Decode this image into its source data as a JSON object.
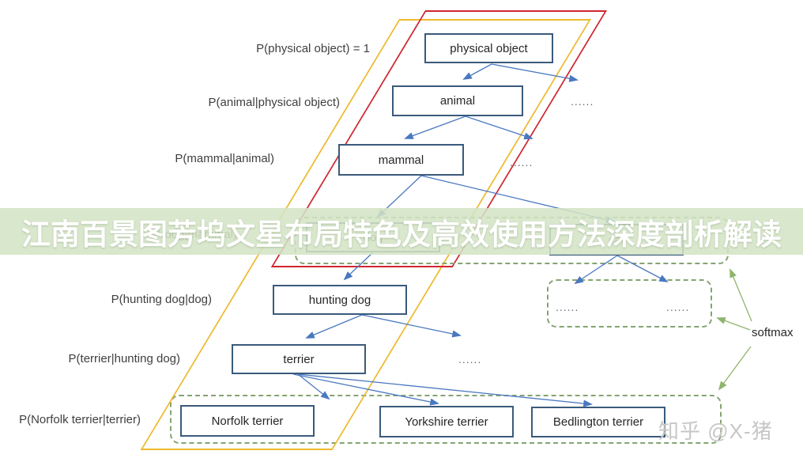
{
  "banner": {
    "text": "江南百景图芳坞文星布局特色及高效使用方法深度剖析解读"
  },
  "watermark": {
    "text": "知乎 @X-猪"
  },
  "softmax_label": "softmax",
  "ellipsis": "......",
  "prob_labels": [
    {
      "text": "P(physical object) = 1"
    },
    {
      "text": "P(animal|physical object)"
    },
    {
      "text": "P(mammal|animal)"
    },
    {
      "text": "P(dog|mammal)"
    },
    {
      "text": "P(hunting dog|dog)"
    },
    {
      "text": "P(terrier|hunting dog)"
    },
    {
      "text": "P(Norfolk terrier|terrier)"
    }
  ],
  "nodes": {
    "physical_object": "physical object",
    "animal": "animal",
    "mammal": "mammal",
    "dog": "dog",
    "cat": "cat",
    "hunting_dog": "hunting dog",
    "terrier": "terrier",
    "norfolk_terrier": "Norfolk terrier",
    "yorkshire_terrier": "Yorkshire terrier",
    "bedlington_terrier": "Bedlington terrier"
  },
  "colors": {
    "red_parallelogram": "#cf2630",
    "yellow_parallelogram": "#eeb92e",
    "arrow_blue": "#4a78c0",
    "arrow_green": "#8fb56c",
    "group_dash_green": "#84a472",
    "node_border": "#3a5a7c",
    "banner_bg": "#d3e3c4",
    "banner_text": "#ffffff",
    "watermark_gray": "#c6c6c6"
  }
}
